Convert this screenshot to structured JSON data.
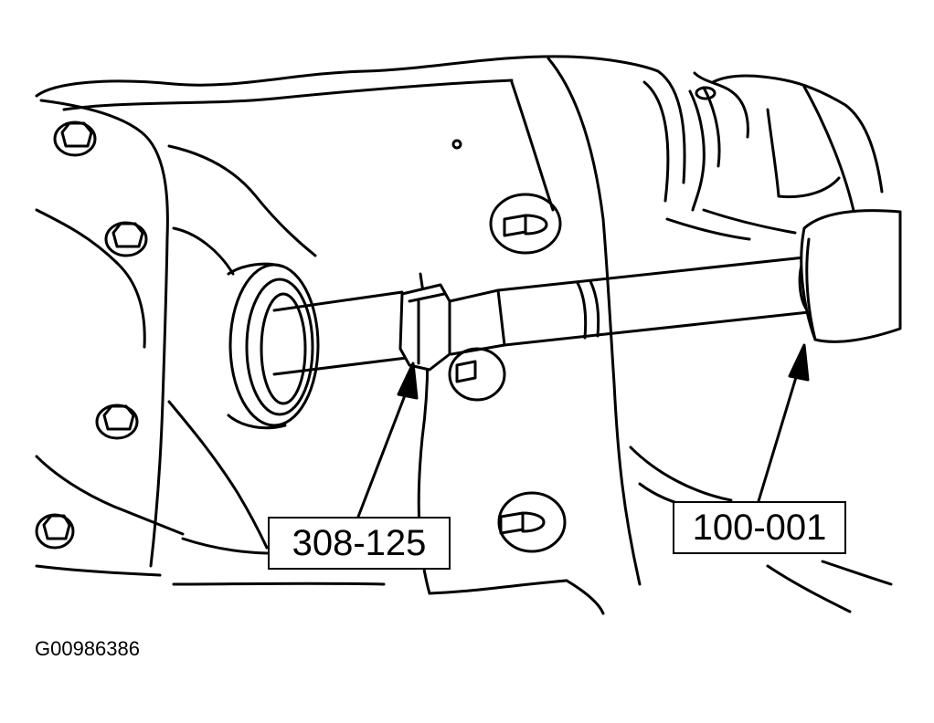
{
  "figure": {
    "id": "G00986386"
  },
  "callouts": [
    {
      "label": "308-125"
    },
    {
      "label": "100-001"
    }
  ],
  "colors": {
    "ink": "#000000",
    "paper": "#ffffff"
  }
}
